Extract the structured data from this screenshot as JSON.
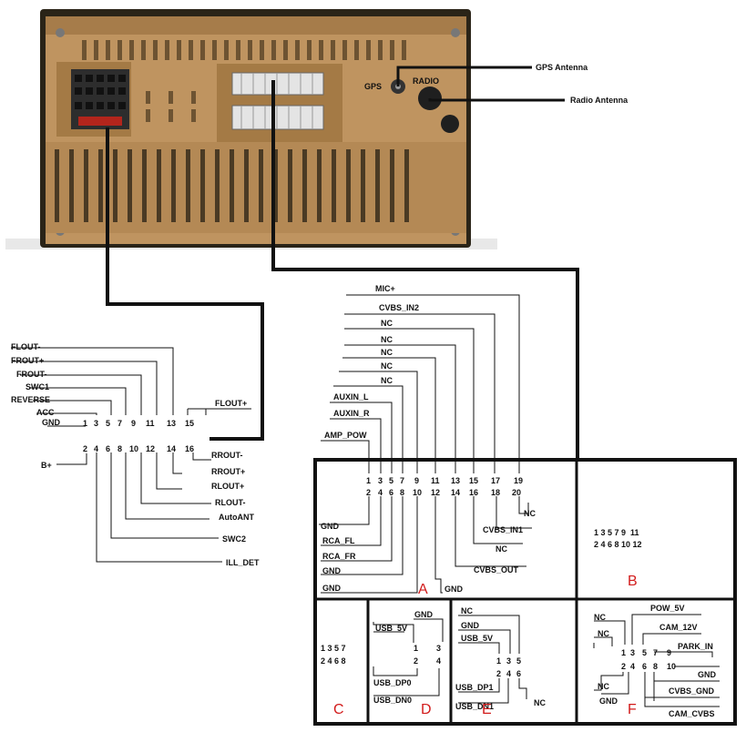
{
  "antennas": {
    "gps": "GPS Antenna",
    "radio": "Radio Antenna"
  },
  "unit": {
    "gps_port": "GPS",
    "radio_port": "RADIO"
  },
  "left_connector": {
    "pins_top": [
      "1",
      "3",
      "5",
      "7",
      "9",
      "11",
      "13",
      "15"
    ],
    "pins_bottom": [
      "2",
      "4",
      "6",
      "8",
      "10",
      "12",
      "14",
      "16"
    ],
    "labels_top": [
      "FLOUT-",
      "FROUT+",
      "FROUT-",
      "SWC1",
      "REVERSE",
      "ACC",
      "GND"
    ],
    "flout_plus": "FLOUT+",
    "b_plus": "B+",
    "labels_right": [
      "RROUT-",
      "RROUT+",
      "RLOUT+",
      "RLOUT-",
      "AutoANT",
      "SWC2",
      "ILL_DET"
    ]
  },
  "block_a": {
    "letter": "A",
    "pins_top": [
      "1",
      "3",
      "5",
      "7",
      "9",
      "11",
      "13",
      "15",
      "17",
      "19"
    ],
    "pins_bottom": [
      "2",
      "4",
      "6",
      "8",
      "10",
      "12",
      "14",
      "16",
      "18",
      "20"
    ],
    "labels_top": [
      "MIC+",
      "CVBS_IN2",
      "NC",
      "NC",
      "NC",
      "NC",
      "NC",
      "AUXIN_L",
      "AUXIN_R",
      "AMP_POW"
    ],
    "labels_bottom": [
      "GND",
      "RCA_FL",
      "RCA_FR",
      "GND",
      "GND",
      "GND",
      "CVBS_OUT",
      "NC",
      "CVBS_IN1",
      "NC"
    ]
  },
  "block_b": {
    "letter": "B",
    "pins_top": "1 3 5 7 9  11",
    "pins_bottom": "2 4 6 8 10 12"
  },
  "block_c": {
    "letter": "C",
    "pins_top": "1 3 5 7",
    "pins_bottom": "2 4 6 8"
  },
  "block_d": {
    "letter": "D",
    "pins": [
      "1",
      "2",
      "3",
      "4"
    ],
    "labels": [
      "GND",
      "USB_5V",
      "USB_DP0",
      "USB_DN0"
    ]
  },
  "block_e": {
    "letter": "E",
    "pins": [
      "1",
      "2",
      "3",
      "4",
      "5",
      "6"
    ],
    "labels": [
      "NC",
      "GND",
      "USB_5V",
      "USB_DP1",
      "USB_DN1",
      "NC"
    ]
  },
  "block_f": {
    "letter": "F",
    "pins": [
      "1",
      "2",
      "3",
      "4",
      "5",
      "6",
      "7",
      "8",
      "9",
      "10"
    ],
    "labels": [
      "NC",
      "NC",
      "NC",
      "GND",
      "POW_5V",
      "CAM_12V",
      "PARK_IN",
      "GND",
      "CVBS_GND",
      "CAM_CVBS"
    ]
  }
}
